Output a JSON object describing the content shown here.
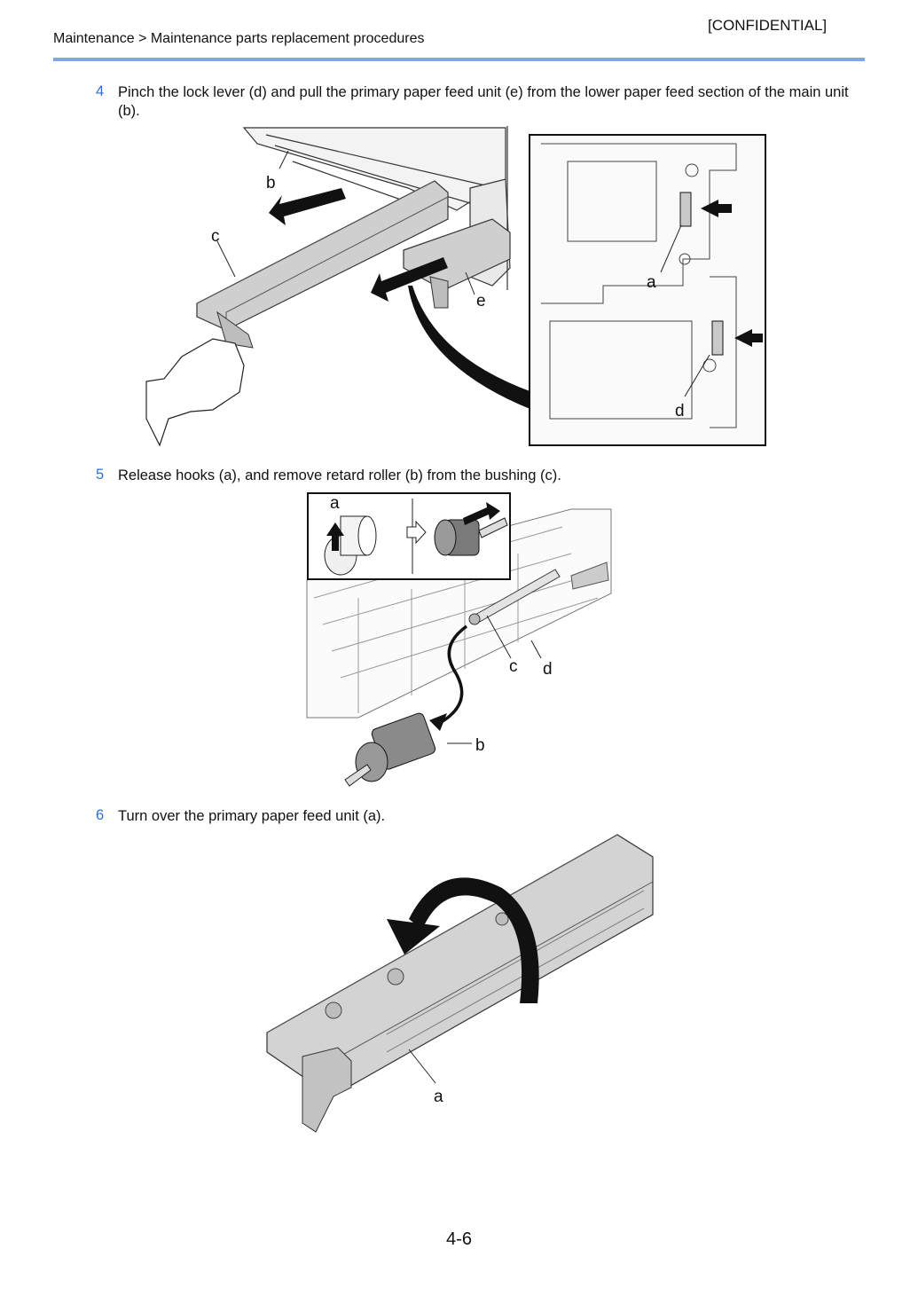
{
  "header": {
    "confidential": "[CONFIDENTIAL]",
    "breadcrumb": "Maintenance > Maintenance parts replacement procedures"
  },
  "steps": [
    {
      "number": "4",
      "text": "Pinch the lock lever (d) and pull the primary paper feed unit (e) from the lower paper feed section of the main unit (b).",
      "labels": {
        "a": "a",
        "b": "b",
        "c": "c",
        "d": "d",
        "e": "e"
      }
    },
    {
      "number": "5",
      "text": "Release hooks (a), and remove retard roller (b) from the bushing (c).",
      "labels": {
        "a": "a",
        "b": "b",
        "c": "c",
        "d": "d"
      }
    },
    {
      "number": "6",
      "text": "Turn over the primary paper feed unit (a).",
      "labels": {
        "a": "a"
      }
    }
  ],
  "footer": {
    "page_number": "4-6"
  },
  "colors": {
    "header_rule": "#7fa6e6",
    "step_number": "#2f6fd0"
  }
}
